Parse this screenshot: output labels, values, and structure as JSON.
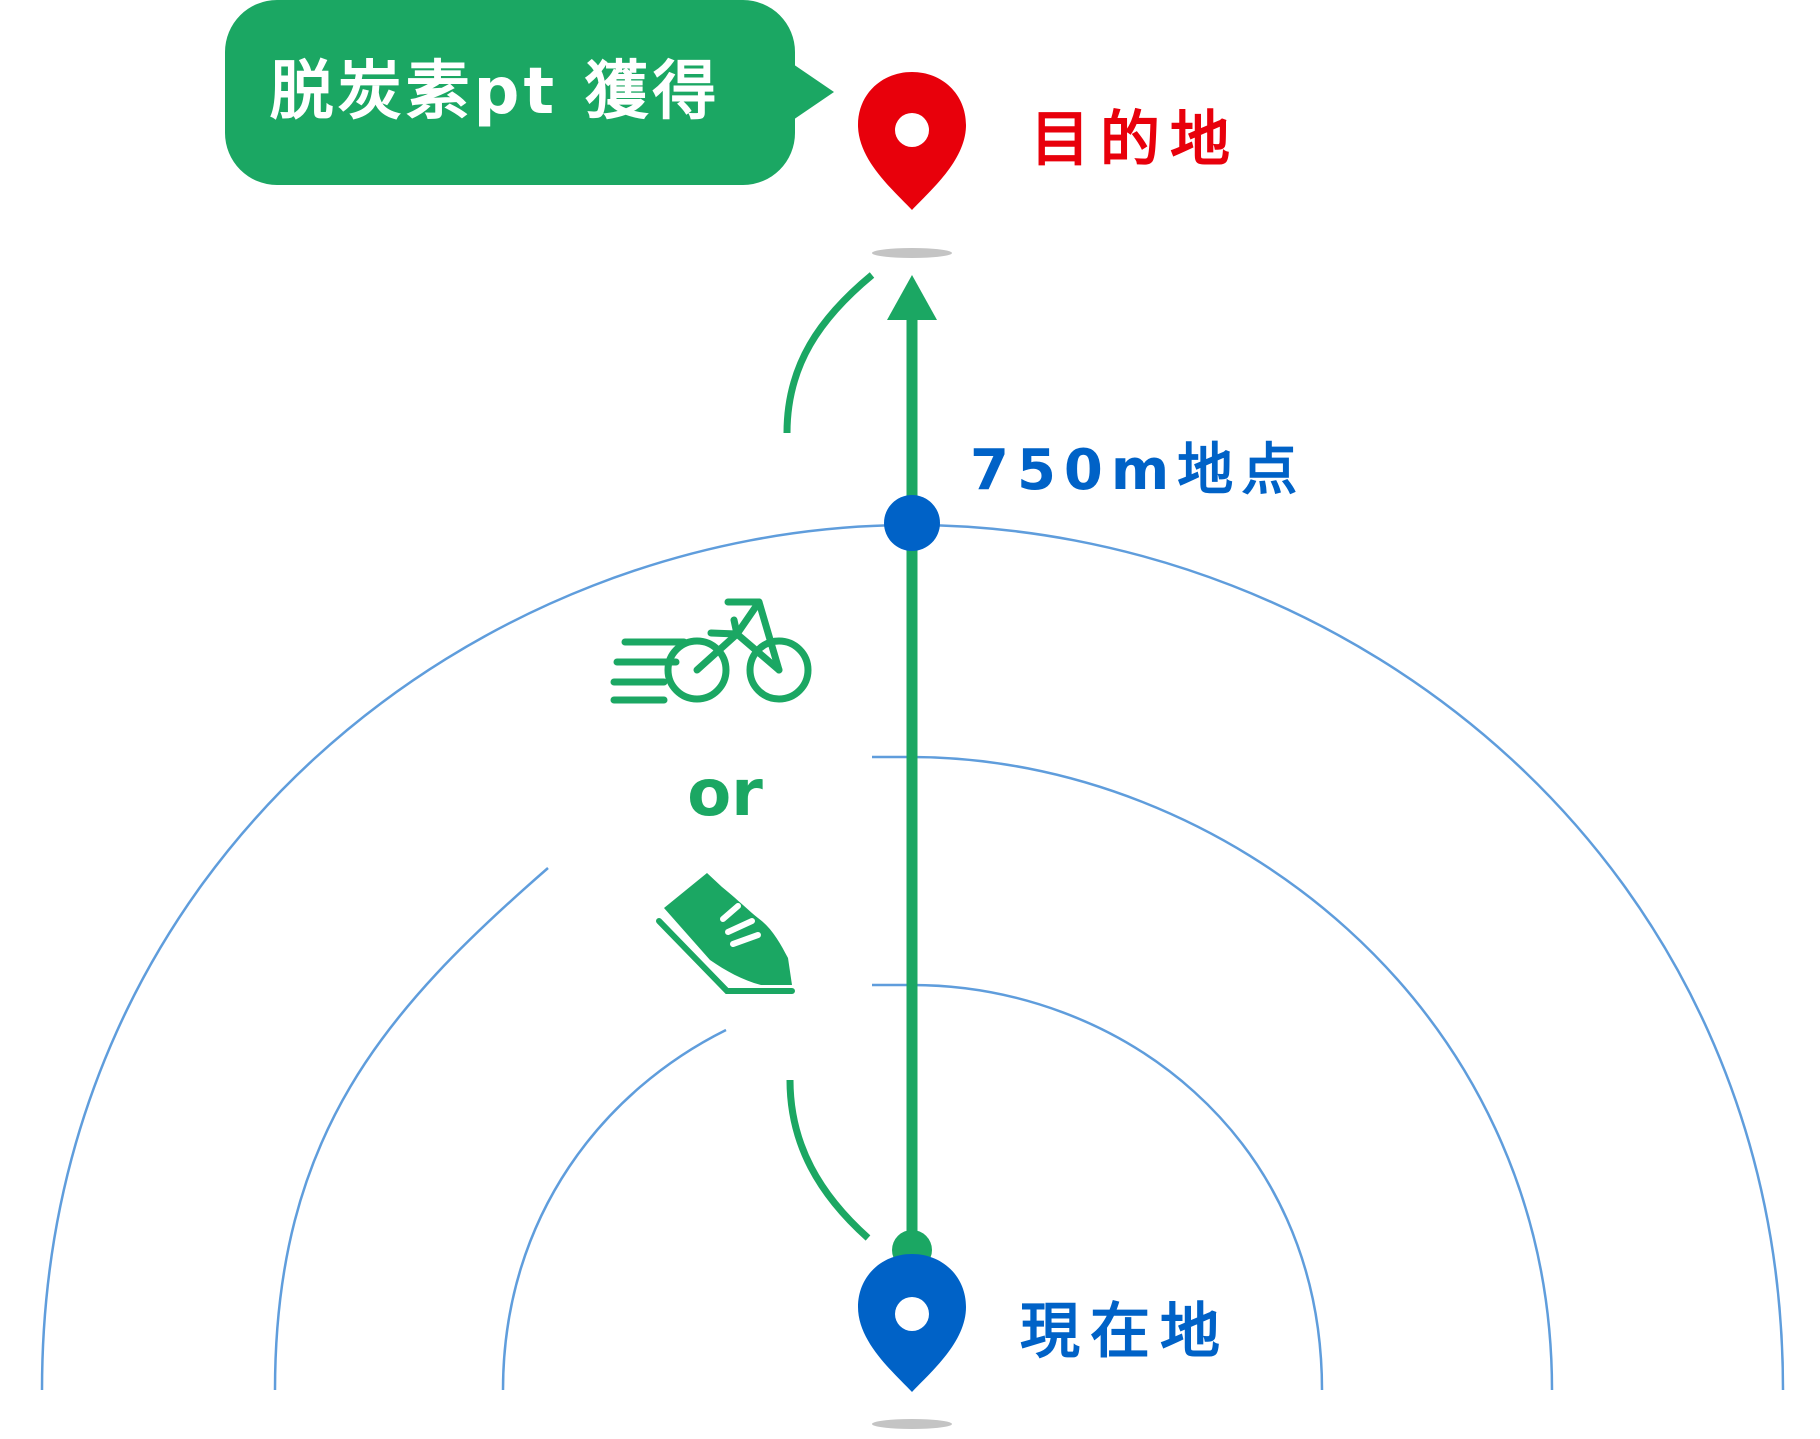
{
  "bubble": {
    "text": "脱炭素pt 獲得"
  },
  "destination": {
    "label": "目的地"
  },
  "checkpoint": {
    "label": "750m地点"
  },
  "current": {
    "label": "現在地"
  },
  "modes": {
    "separator": "or",
    "icons": [
      "bicycle-icon",
      "running-shoe-icon"
    ]
  },
  "colors": {
    "green": "#1ba763",
    "red": "#e8000b",
    "blue": "#0062c7",
    "ring": "#5f9ddc",
    "shadow": "#c4c4c4"
  }
}
